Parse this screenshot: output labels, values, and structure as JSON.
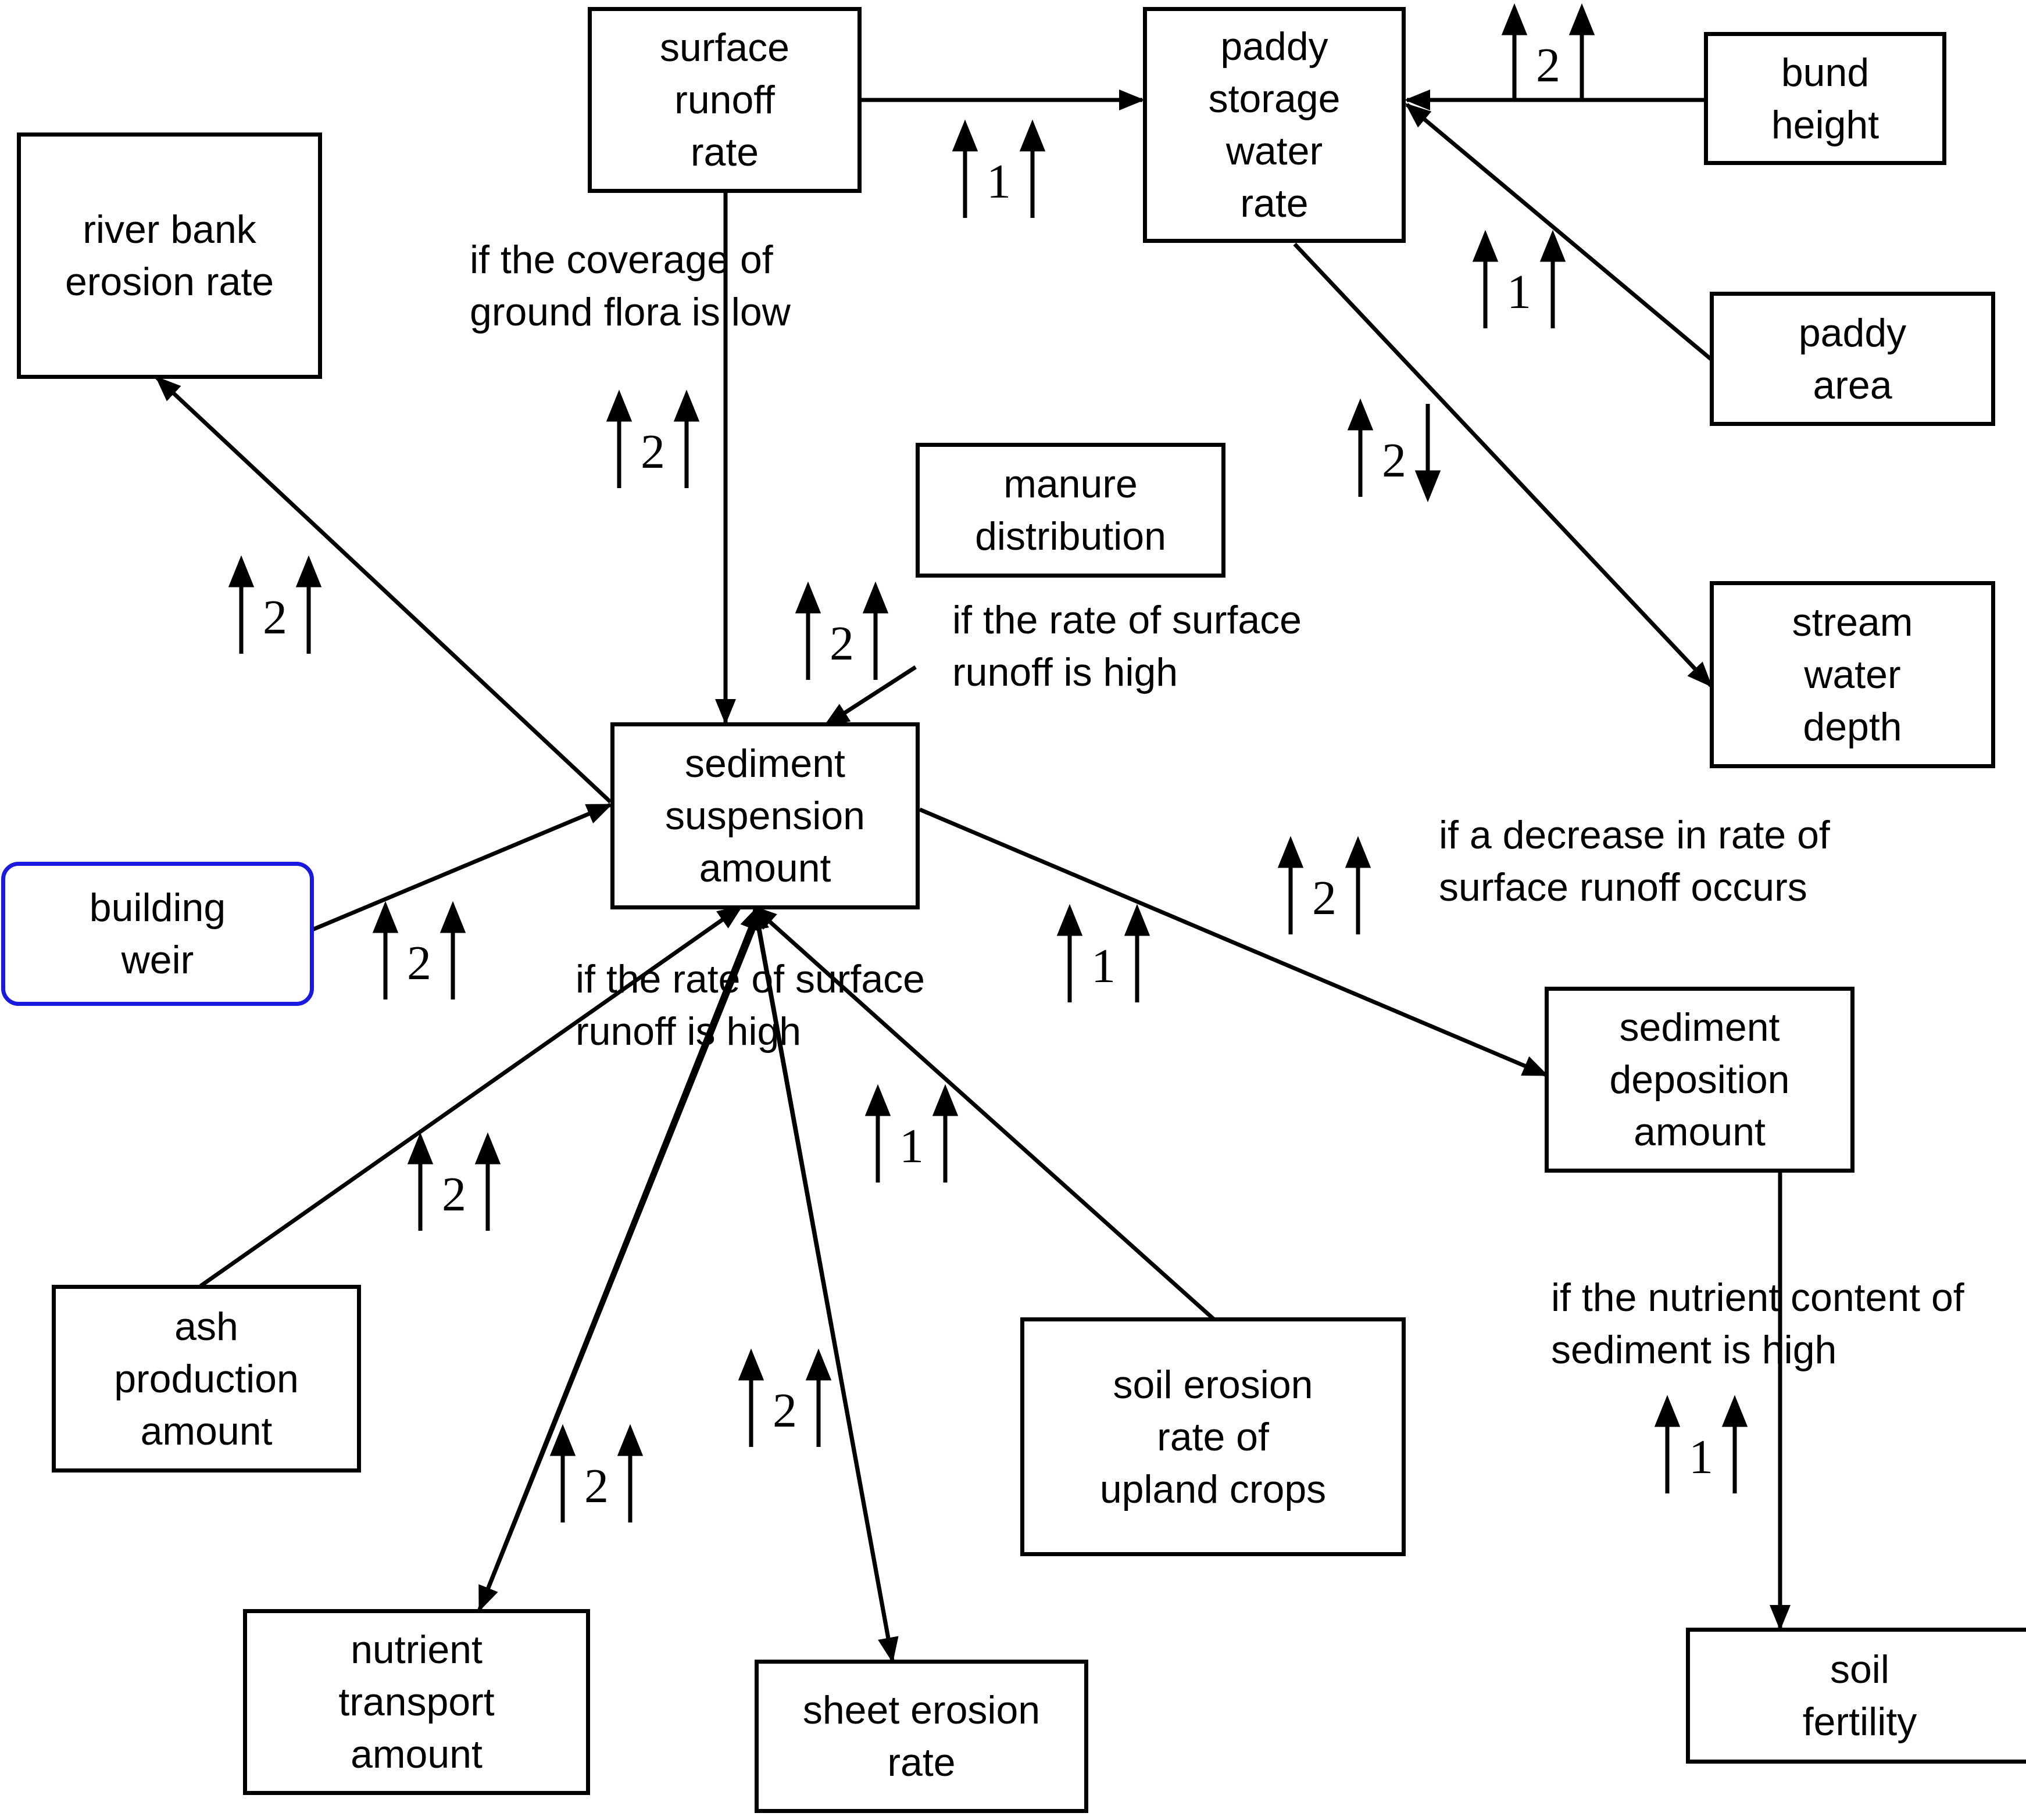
{
  "nodes": {
    "surface_runoff_rate": "surface\nrunoff\nrate",
    "paddy_storage_water_rate": "paddy\nstorage\nwater\nrate",
    "bund_height": "bund\nheight",
    "river_bank_erosion_rate": "river bank\nerosion rate",
    "paddy_area": "paddy\narea",
    "manure_distribution": "manure\ndistribution",
    "stream_water_depth": "stream\nwater\ndepth",
    "sediment_suspension_amount": "sediment\nsuspension\namount",
    "building_weir": "building\nweir",
    "sediment_deposition_amount": "sediment\ndeposition\namount",
    "ash_production_amount": "ash\nproduction\namount",
    "soil_erosion_rate_upland": "soil erosion\nrate of\nupland crops",
    "nutrient_transport_amount": "nutrient\ntransport\namount",
    "sheet_erosion_rate": "sheet erosion\nrate",
    "soil_fertility": "soil\nfertility"
  },
  "conditions": {
    "ground_flora": "if the coverage of\nground flora is low",
    "runoff_high_manure": "if the rate of surface\nrunoff is high",
    "runoff_decrease": "if a decrease in rate of\nsurface runoff occurs",
    "runoff_high_center": "if the rate of surface\nrunoff is high",
    "nutrient_content": "if the nutrient content of\nsediment is high"
  },
  "relations": [
    {
      "id": "runoff-to-paddy-storage",
      "level": "1",
      "cause": "up",
      "effect": "up"
    },
    {
      "id": "bund-to-paddy-storage",
      "level": "2",
      "cause": "up",
      "effect": "up"
    },
    {
      "id": "paddy-area-to-paddy-storage",
      "level": "1",
      "cause": "up",
      "effect": "up"
    },
    {
      "id": "paddy-storage-to-stream-depth",
      "level": "2",
      "cause": "up",
      "effect": "down"
    },
    {
      "id": "runoff-to-sediment-suspension",
      "level": "2",
      "cause": "up",
      "effect": "up"
    },
    {
      "id": "sediment-suspension-to-river-bank",
      "level": "2",
      "cause": "up",
      "effect": "up"
    },
    {
      "id": "manure-to-sediment-suspension",
      "level": "2",
      "cause": "up",
      "effect": "up"
    },
    {
      "id": "weir-to-sediment-suspension",
      "level": "2",
      "cause": "up",
      "effect": "up"
    },
    {
      "id": "sediment-suspension-to-deposition",
      "level": "1",
      "cause": "up",
      "effect": "up"
    },
    {
      "id": "deposition-decrease-runoff",
      "level": "2",
      "cause": "up",
      "effect": "up"
    },
    {
      "id": "upland-erosion-to-sediment-suspension",
      "level": "1",
      "cause": "up",
      "effect": "up"
    },
    {
      "id": "ash-to-sediment-suspension",
      "level": "2",
      "cause": "up",
      "effect": "up"
    },
    {
      "id": "sediment-suspension-to-sheet-erosion",
      "level": "2",
      "cause": "up",
      "effect": "up"
    },
    {
      "id": "sediment-suspension-to-nutrient-transport",
      "level": "2",
      "cause": "up",
      "effect": "up"
    },
    {
      "id": "deposition-to-soil-fertility",
      "level": "1",
      "cause": "up",
      "effect": "up"
    }
  ],
  "colors": {
    "line": "#000000",
    "weir_border": "#1a1adf",
    "background": "#ffffff"
  }
}
